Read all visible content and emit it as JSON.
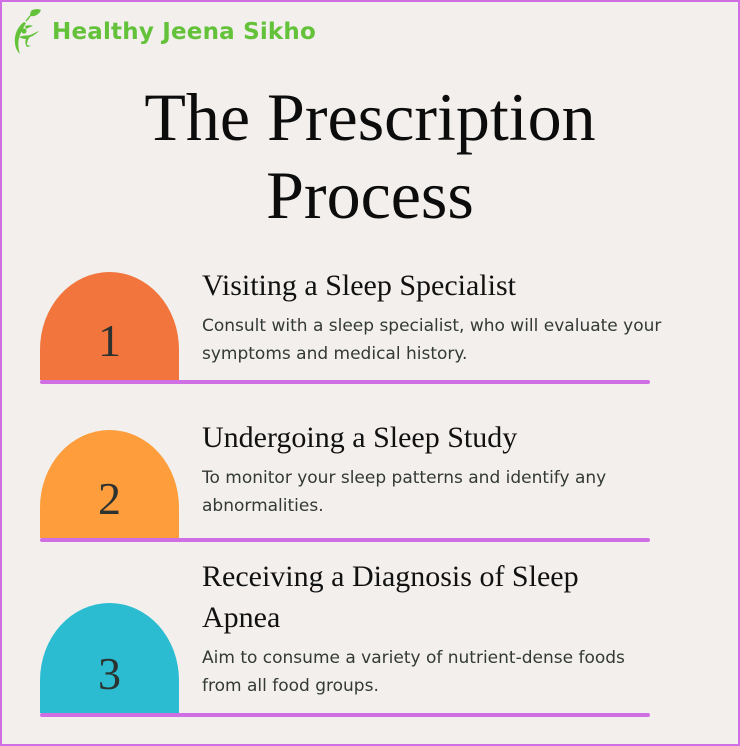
{
  "brand": {
    "name": "Healthy Jeena Sikho",
    "logo_icon": "running-figure-leaf-icon",
    "color": "#63c23a"
  },
  "title": {
    "line1": "The Prescription",
    "line2": "Process"
  },
  "colors": {
    "background": "#f2efec",
    "frame": "#cf6fe3",
    "rule": "#cf6fe3"
  },
  "steps": [
    {
      "number": "1",
      "color": "#f1753d",
      "heading": "Visiting a Sleep Specialist",
      "description": "Consult with a sleep specialist, who will evaluate your symptoms and medical history."
    },
    {
      "number": "2",
      "color": "#fe9d3b",
      "heading": "Undergoing a Sleep Study",
      "description": "To monitor your sleep patterns and identify any abnormalities."
    },
    {
      "number": "3",
      "color": "#2bbcd1",
      "heading": "Receiving a Diagnosis of Sleep Apnea",
      "description": "Aim to consume a variety of nutrient-dense foods from all food groups."
    }
  ]
}
